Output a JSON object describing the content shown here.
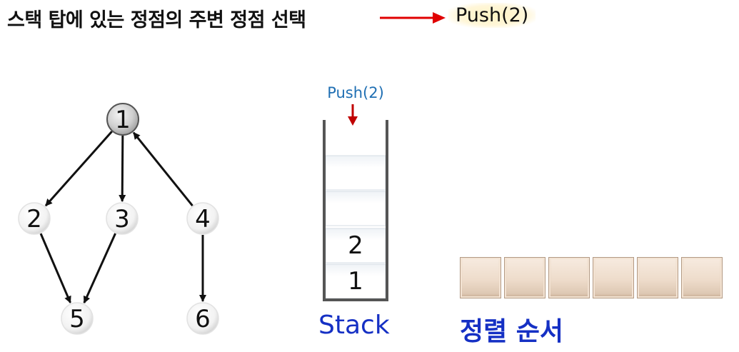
{
  "header": {
    "title": "스택 탑에 있는 정점의 주변 정점 선택",
    "operation": "Push(2)"
  },
  "graph": {
    "nodes": [
      "1",
      "2",
      "3",
      "4",
      "5",
      "6"
    ],
    "edges": [
      {
        "from": "1",
        "to": "2"
      },
      {
        "from": "1",
        "to": "3"
      },
      {
        "from": "4",
        "to": "1"
      },
      {
        "from": "2",
        "to": "5"
      },
      {
        "from": "3",
        "to": "5"
      },
      {
        "from": "4",
        "to": "6"
      }
    ],
    "highlighted_node": "1"
  },
  "stack": {
    "operation_label": "Push(2)",
    "items_bottom_to_top": [
      "1",
      "2"
    ],
    "capacity": 4,
    "label": "Stack"
  },
  "sort_order": {
    "label": "정렬 순서",
    "cells": [
      "",
      "",
      "",
      "",
      "",
      ""
    ]
  },
  "colors": {
    "operation_blue": "#1f6fb3",
    "label_blue": "#1530c4",
    "arrow_red": "#e00000",
    "stack_arrow_red": "#c00000",
    "node_highlight": "#c8c8c8"
  }
}
